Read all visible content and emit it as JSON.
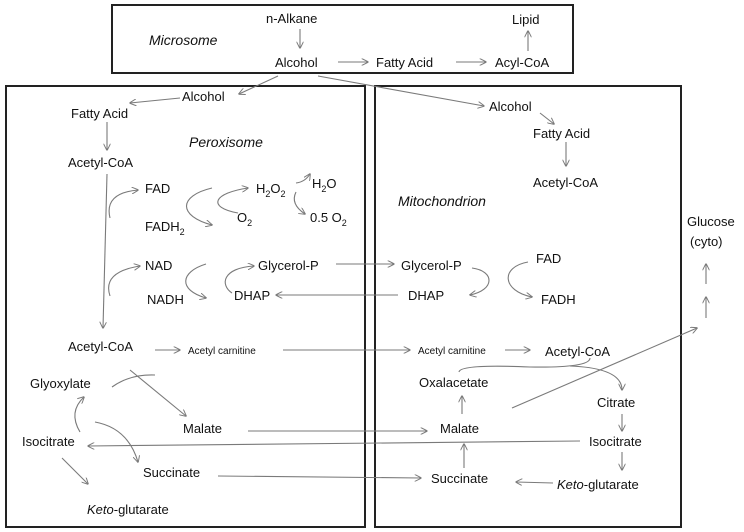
{
  "compartments": {
    "microsome": "Microsome",
    "peroxisome": "Peroxisome",
    "mitochondrion": "Mitochondrion"
  },
  "microsome": {
    "n_alkane": "n-Alkane",
    "alcohol": "Alcohol",
    "fatty_acid": "Fatty Acid",
    "acyl_coa": "Acyl-CoA",
    "lipid": "Lipid"
  },
  "peroxisome": {
    "alcohol": "Alcohol",
    "fatty_acid": "Fatty Acid",
    "acetyl_coa_top": "Acetyl-CoA",
    "fad": "FAD",
    "fadh2_base": "FADH",
    "fadh2_sub": "2",
    "h2o2_a": "H",
    "h2o2_b": "2",
    "h2o2_c": "O",
    "h2o2_d": "2",
    "h2o_a": "H",
    "h2o_b": "2",
    "h2o_c": "O",
    "o2_a": "O",
    "o2_b": "2",
    "half_o2_a": "0.5 O",
    "half_o2_b": "2",
    "nad": "NAD",
    "nadh": "NADH",
    "glycerol_p": "Glycerol-P",
    "dhap": "DHAP",
    "acetyl_coa_bottom": "Acetyl-CoA",
    "acetyl_carnitine": "Acetyl carnitine",
    "glyoxylate": "Glyoxylate",
    "malate": "Malate",
    "isocitrate": "Isocitrate",
    "succinate": "Succinate",
    "keto_italic": "Keto",
    "keto_rest": "-glutarate"
  },
  "mitochondrion": {
    "alcohol": "Alcohol",
    "fatty_acid": "Fatty Acid",
    "acetyl_coa_top": "Acetyl-CoA",
    "glycerol_p": "Glycerol-P",
    "fad": "FAD",
    "dhap": "DHAP",
    "fadh": "FADH",
    "acetyl_carnitine": "Acetyl carnitine",
    "acetyl_coa": "Acetyl-CoA",
    "oxalacetate": "Oxalacetate",
    "citrate": "Citrate",
    "malate": "Malate",
    "isocitrate": "Isocitrate",
    "succinate": "Succinate",
    "keto_italic": "Keto",
    "keto_rest": "-glutarate"
  },
  "cytosol": {
    "glucose": "Glucose",
    "cyto": "(cyto)"
  }
}
